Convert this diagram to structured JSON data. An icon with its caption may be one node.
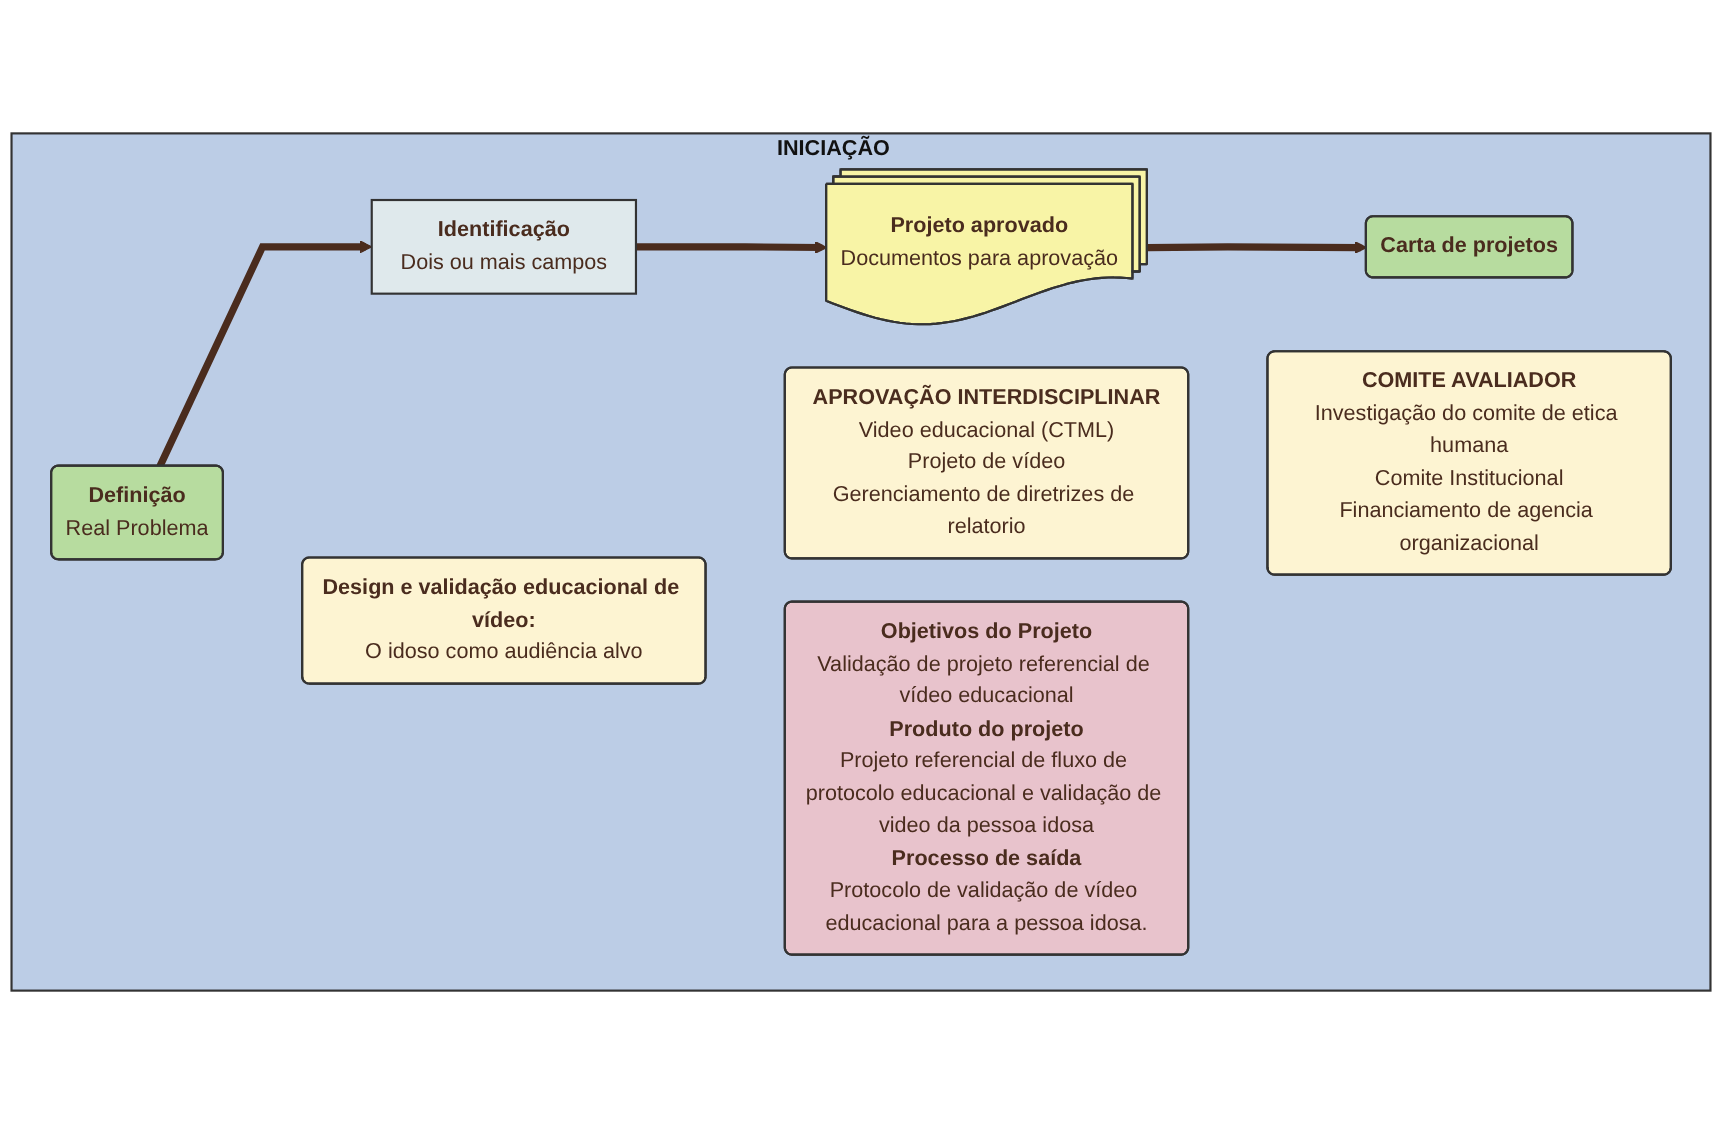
{
  "diagram": {
    "nodes": [
      {
        "text": [
          "INICIAÇÃO"
        ]
      },
      {
        "text": [
          "Definição",
          "Real Problema"
        ],
        "in": 0
      },
      {
        "text": [
          "Identificação",
          "Dois ou mais campos"
        ],
        "in": 0
      },
      {
        "text": [
          "Projeto aprovado",
          "Documentos para aprovação"
        ],
        "in": 0
      },
      {
        "text": [
          "Carta de projetos"
        ],
        "in": 0
      },
      {
        "text": [
          "Design e validação educacional de vídeo:",
          "O idoso como audiência alvo"
        ],
        "in": 0
      },
      {
        "text": [
          "APROVAÇÃO INTERDISCIPLINAR",
          "Video educacional (CTML)",
          "Projeto de vídeo",
          "Gerenciamento de diretrizes de relatorio"
        ],
        "in": 0
      },
      {
        "text": [
          "COMITE AVALIADOR",
          "Investigação do comite de etica humana",
          "Comite Institucional",
          "Financiamento de agencia organizacional"
        ],
        "in": 0
      },
      {
        "text": [
          "Objetivos do Projeto",
          "Validação de projeto referencial de vídeo educacional",
          "Produto do projeto",
          "Projeto referencial de fluxo de protocolo educacional e validação de video da pessoa idosa",
          "Processo de saída",
          "Protocolo de validação de vídeo educacional para a pessoa idosa."
        ],
        "in": 0
      }
    ],
    "edges": [
      {
        "from": 1,
        "to": 2,
        "arrow": "to"
      },
      {
        "from": 2,
        "to": 3,
        "arrow": "to"
      },
      {
        "from": 3,
        "to": 4,
        "arrow": "to"
      }
    ]
  }
}
